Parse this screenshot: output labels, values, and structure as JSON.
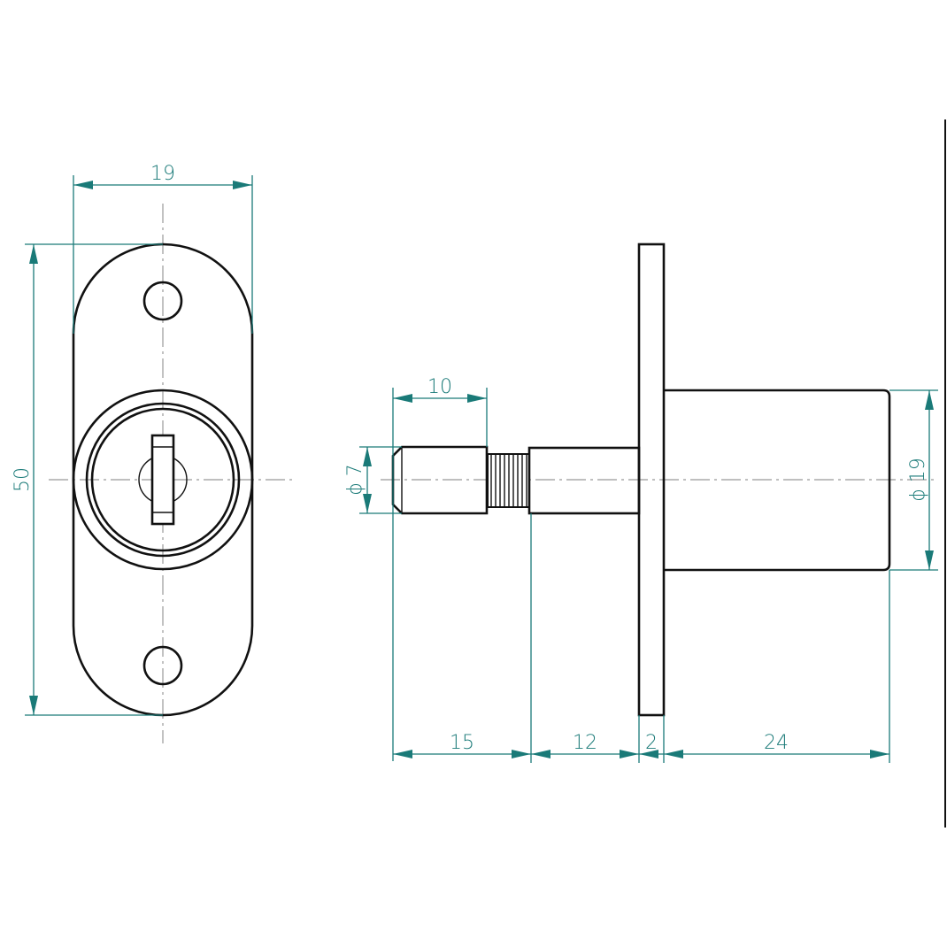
{
  "drawing": {
    "colors": {
      "line": "#111111",
      "dimension": "#1a7a78",
      "centerline": "#999999"
    },
    "front_view": {
      "width_label": "19",
      "height_label": "50"
    },
    "side_view": {
      "pin_length_label": "10",
      "pin_diameter_label": "ϕ 7",
      "body_diameter_label": "ϕ 19",
      "dim_a_label": "15",
      "dim_b_label": "12",
      "dim_c_label": "2",
      "dim_d_label": "24"
    }
  }
}
